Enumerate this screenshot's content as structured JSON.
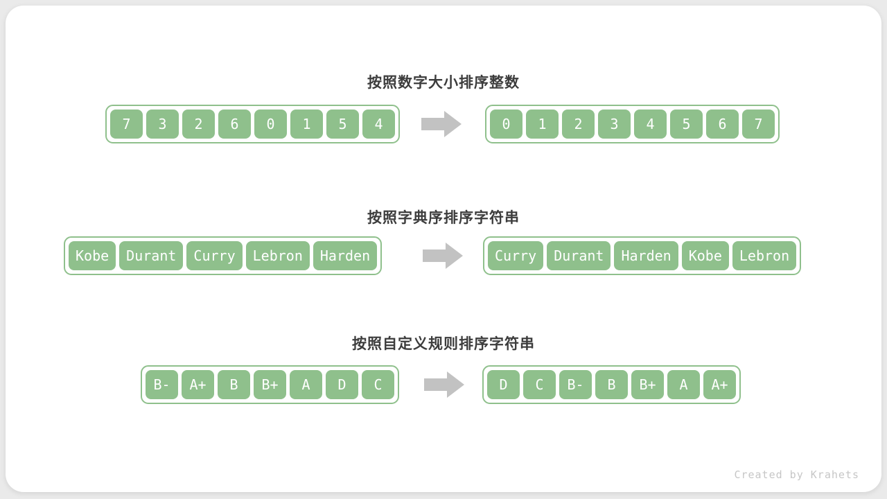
{
  "colors": {
    "green": "#8fc08c",
    "green_border": "#85ba81",
    "arrow": "#c2c2c2",
    "title": "#3c3c3c",
    "bg": "#eaeaea",
    "footer": "#c6c6c6"
  },
  "sections": [
    {
      "title": "按照数字大小排序整数",
      "before": [
        "7",
        "3",
        "2",
        "6",
        "0",
        "1",
        "5",
        "4"
      ],
      "after": [
        "0",
        "1",
        "2",
        "3",
        "4",
        "5",
        "6",
        "7"
      ]
    },
    {
      "title": "按照字典序排序字符串",
      "before": [
        "Kobe",
        "Durant",
        "Curry",
        "Lebron",
        "Harden"
      ],
      "after": [
        "Curry",
        "Durant",
        "Harden",
        "Kobe",
        "Lebron"
      ]
    },
    {
      "title": "按照自定义规则排序字符串",
      "before": [
        "B-",
        "A+",
        "B",
        "B+",
        "A",
        "D",
        "C"
      ],
      "after": [
        "D",
        "C",
        "B-",
        "B",
        "B+",
        "A",
        "A+"
      ]
    }
  ],
  "footer": {
    "credit": "Created by Krahets"
  }
}
